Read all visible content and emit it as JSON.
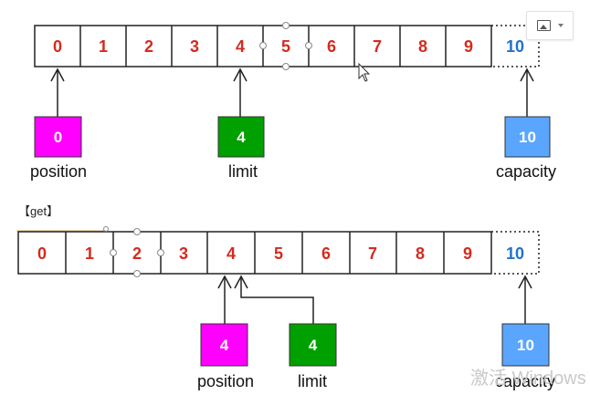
{
  "top_diagram": {
    "cells": [
      "0",
      "1",
      "2",
      "3",
      "4",
      "5",
      "6",
      "7",
      "8",
      "9"
    ],
    "extra_cell": "10",
    "markers": [
      {
        "name": "position",
        "value": "0",
        "color": "#ff00ff"
      },
      {
        "name": "limit",
        "value": "4",
        "color": "#00a000"
      },
      {
        "name": "capacity",
        "value": "10",
        "color": "#5aa6ff"
      }
    ]
  },
  "section_label": "【get】",
  "bottom_diagram": {
    "cells": [
      "0",
      "1",
      "2",
      "3",
      "4",
      "5",
      "6",
      "7",
      "8",
      "9"
    ],
    "extra_cell": "10",
    "markers": [
      {
        "name": "position",
        "value": "4",
        "color": "#ff00ff"
      },
      {
        "name": "limit",
        "value": "4",
        "color": "#00a000"
      },
      {
        "name": "capacity",
        "value": "10",
        "color": "#5aa6ff"
      }
    ]
  },
  "watermark": "激活 Windows",
  "colors": {
    "cell_text": "#d52a1e",
    "extra_cell_text": "#1f73c8",
    "position_fill": "#ff00ff",
    "limit_fill": "#00a000",
    "capacity_fill": "#5aa6ff"
  },
  "toolbar": {
    "image_icon": "image-icon",
    "dropdown_icon": "chevron-down-icon"
  }
}
